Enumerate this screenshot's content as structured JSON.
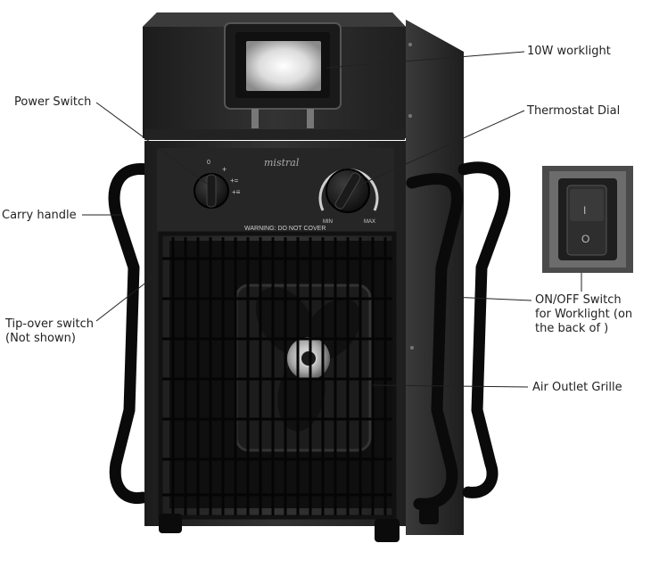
{
  "callouts": {
    "worklight": "10W worklight",
    "power_switch": "Power Switch",
    "thermostat_dial": "Thermostat Dial",
    "carry_handle": "Carry handle",
    "onoff_switch": [
      "ON/OFF Switch",
      "for Worklight (on",
      "the back of )"
    ],
    "tipover_switch": [
      "Tip-over switch",
      "(Not shown)"
    ],
    "air_outlet_grille": "Air Outlet Grille"
  },
  "product": {
    "brand": "mistral",
    "warning": "WARNING: DO NOT COVER",
    "dial_min": "MIN",
    "dial_max": "MAX",
    "power_switch_marks": [
      "0",
      "+",
      "+=",
      "+≡"
    ],
    "rocker_marks": [
      "I",
      "O"
    ]
  },
  "colors": {
    "body": "#2b2b2b",
    "body_dark": "#161616",
    "body_light": "#4a4a4a",
    "grille": "#0d0d0d",
    "leader_line": "#222222"
  }
}
